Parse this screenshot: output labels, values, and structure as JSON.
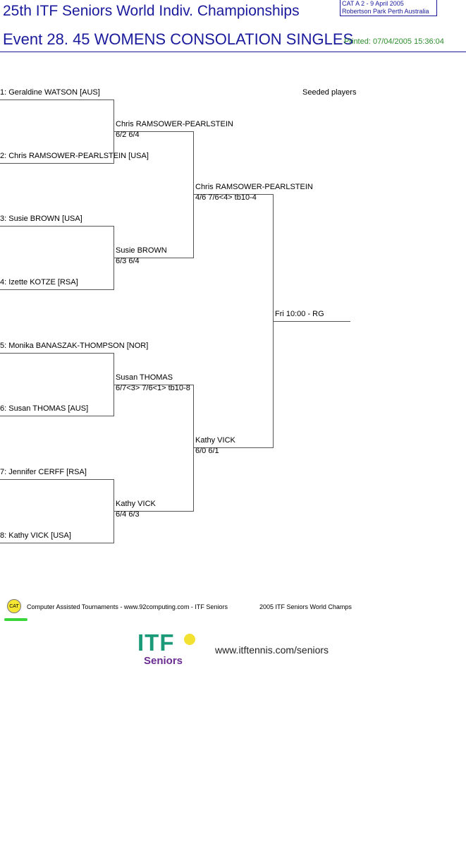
{
  "header": {
    "title": "25th ITF Seniors World Indiv. Championships",
    "event": "Event 28. 45 WOMENS CONSOLATION SINGLES",
    "info_line1": "CAT A   2 - 9 April 2005",
    "info_line2": "Robertson Park Perth    Australia",
    "printed": "Printed: 07/04/2005 15:36:04"
  },
  "seeded_label": "Seeded players",
  "round1": [
    "1: Geraldine WATSON [AUS]",
    "2: Chris RAMSOWER-PEARLSTEIN [USA]",
    "3: Susie BROWN [USA]",
    "4: Izette KOTZE [RSA]",
    "5: Monika BANASZAK-THOMPSON [NOR]",
    "6: Susan THOMAS [AUS]",
    "7: Jennifer CERFF [RSA]",
    "8: Kathy VICK [USA]"
  ],
  "round2": [
    {
      "name": "Chris RAMSOWER-PEARLSTEIN",
      "score": "6/2 6/4"
    },
    {
      "name": "Susie BROWN",
      "score": "6/3 6/4"
    },
    {
      "name": "Susan THOMAS",
      "score": "6/7<3> 7/6<1> tb10-8"
    },
    {
      "name": "Kathy VICK",
      "score": "6/4 6/3"
    }
  ],
  "semis": [
    {
      "name": "Chris RAMSOWER-PEARLSTEIN",
      "score": "4/6 7/6<4> tb10-4"
    },
    {
      "name": "Kathy VICK",
      "score": "6/0 6/1"
    }
  ],
  "final": {
    "schedule": "Fri 10:00   - RG"
  },
  "footer": {
    "cat_badge": "CAT",
    "credit": "Computer Assisted Tournaments - www.92computing.com -  ITF Seniors",
    "champs": "2005 ITF Seniors World Champs",
    "logo_word": "ITF",
    "logo_sub": "Seniors",
    "url": "www.itftennis.com/seniors"
  },
  "colors": {
    "title": "#1a1a9c",
    "printed": "#2e8b2e",
    "itf_green": "#1a9a78",
    "itf_purple": "#6a2c91"
  }
}
